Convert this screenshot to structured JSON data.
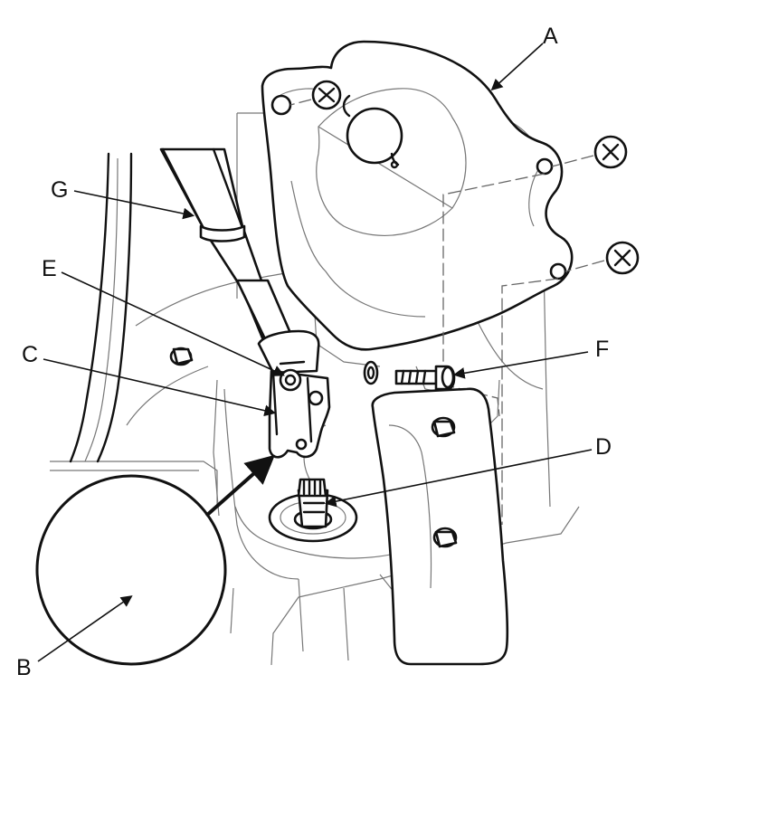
{
  "labels": {
    "a": "A",
    "b": "B",
    "c": "C",
    "d": "D",
    "e": "E",
    "f": "F",
    "g": "G"
  },
  "colors": {
    "line": "#111111",
    "background": "#ffffff",
    "body_lines": "#777777"
  }
}
